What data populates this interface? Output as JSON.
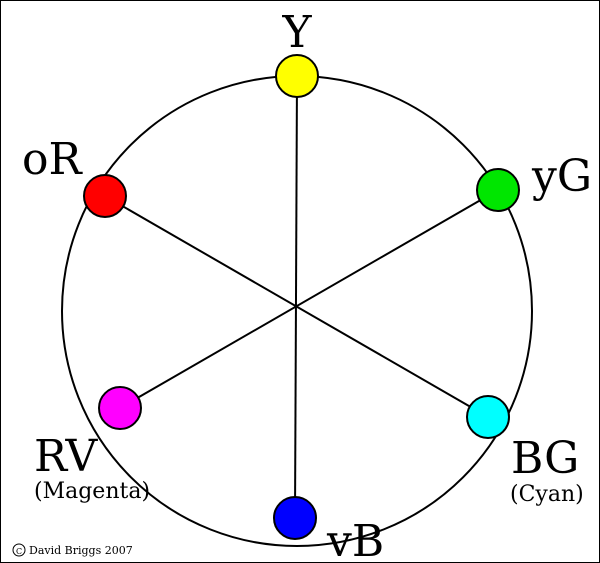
{
  "diagram": {
    "nodes": [
      {
        "id": "Y",
        "label": "Y",
        "sublabel": "",
        "color": "#ffff00"
      },
      {
        "id": "yG",
        "label": "yG",
        "sublabel": "",
        "color": "#00e600"
      },
      {
        "id": "BG",
        "label": "BG",
        "sublabel": "(Cyan)",
        "color": "#00ffff"
      },
      {
        "id": "vB",
        "label": "vB",
        "sublabel": "",
        "color": "#0000ff"
      },
      {
        "id": "RV",
        "label": "RV",
        "sublabel": "(Magenta)",
        "color": "#ff00ff"
      },
      {
        "id": "oR",
        "label": "oR",
        "sublabel": "",
        "color": "#ff0000"
      }
    ],
    "connections": [
      [
        "Y",
        "vB"
      ],
      [
        "yG",
        "RV"
      ],
      [
        "oR",
        "BG"
      ]
    ]
  },
  "footer": {
    "copyright_symbol": "©",
    "copyright_text": "David Briggs 2007"
  }
}
